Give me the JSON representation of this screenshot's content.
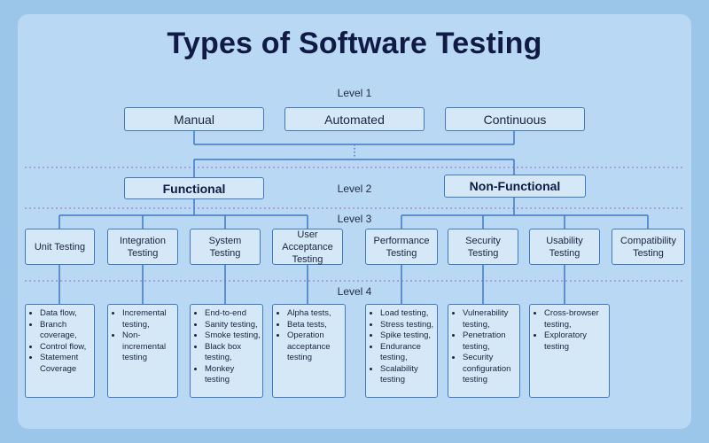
{
  "title": "Types of Software Testing",
  "levels": {
    "l1": "Level 1",
    "l2": "Level 2",
    "l3": "Level 3",
    "l4": "Level 4"
  },
  "level1": [
    "Manual",
    "Automated",
    "Continuous"
  ],
  "level2": [
    "Functional",
    "Non-Functional"
  ],
  "level3": [
    "Unit Testing",
    "Integration Testing",
    "System Testing",
    "User Acceptance Testing",
    "Performance Testing",
    "Security Testing",
    "Usability Testing",
    "Compatibility Testing"
  ],
  "level4": [
    [
      "Data flow,",
      "Branch coverage,",
      "Control flow,",
      "Statement Coverage"
    ],
    [
      "Incremental testing,",
      "Non-incremental testing"
    ],
    [
      "End-to-end",
      "Sanity testing,",
      "Smoke testing,",
      "Black box testing,",
      "Monkey testing"
    ],
    [
      "Alpha tests,",
      "Beta tests,",
      "Operation acceptance testing"
    ],
    [
      "Load testing,",
      "Stress testing,",
      "Spike testing,",
      "Endurance testing,",
      "Scalability testing"
    ],
    [
      "Vulnerability testing,",
      "Penetration testing,",
      "Security configuration testing"
    ],
    [
      "Cross-browser testing,",
      "Exploratory testing"
    ]
  ],
  "colors": {
    "background": "#9cc6e9",
    "panel": "#b8d8f3",
    "box": "#d4e8f8",
    "border": "#3f78c8",
    "title": "#101a45",
    "separator": "#a565c4"
  }
}
